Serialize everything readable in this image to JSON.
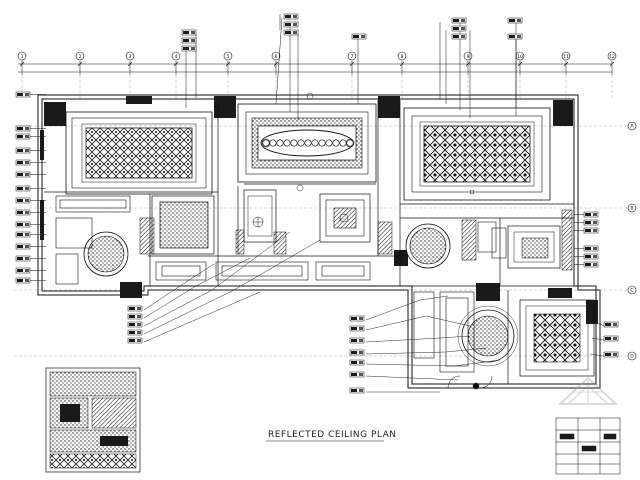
{
  "drawing": {
    "title": "REFLECTED CEILING PLAN",
    "axis_numbers_top": [
      "1",
      "2",
      "3",
      "4",
      "5",
      "6",
      "7",
      "8",
      "9",
      "10",
      "11",
      "12"
    ],
    "axis_letters_right": [
      "A",
      "B",
      "C",
      "D"
    ]
  },
  "colors": {
    "line": "#111111",
    "fill_dark": "#1a1a1a",
    "background": "#ffffff",
    "watermark": "#9a9a9a"
  }
}
